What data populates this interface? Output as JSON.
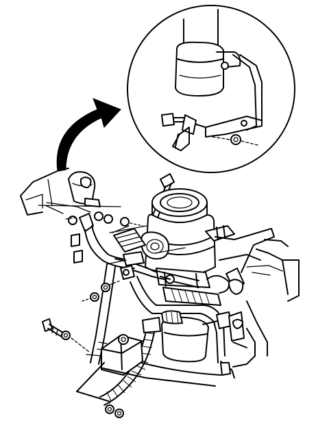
{
  "figure": {
    "line_color": "#000000",
    "background_color": "#ffffff",
    "parts": [
      "detail-view-circle",
      "callout-arrow",
      "cylinder-clamp-bracket",
      "bracket-bolt",
      "canister-assembly",
      "hose-line",
      "coiled-hose",
      "mounting-bolt",
      "washer",
      "nut",
      "support-bracket",
      "filter-canister"
    ]
  }
}
